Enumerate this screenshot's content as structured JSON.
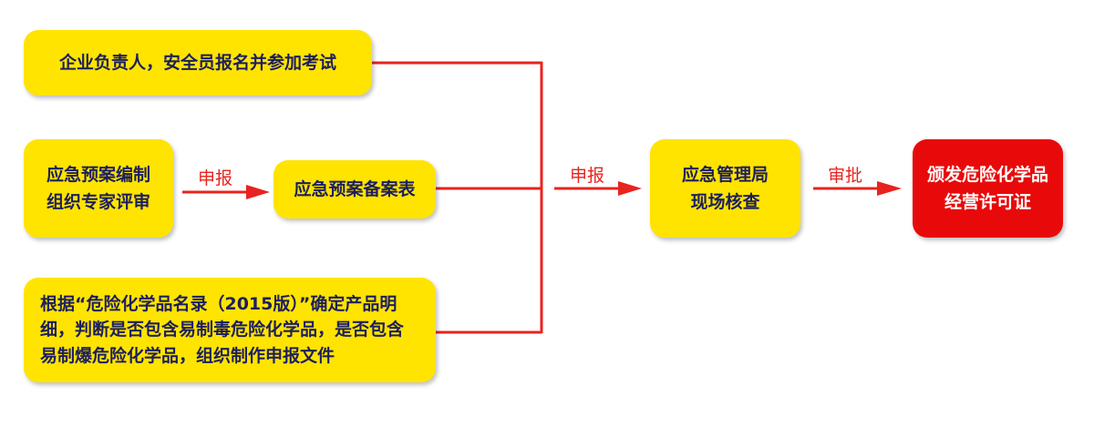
{
  "nodes": {
    "exam": "企业负责人，安全员报名并参加考试",
    "plan_line1": "应急预案编制",
    "plan_line2": "组织专家评审",
    "plan_record": "应急预案备案表",
    "catalog": "根据“危险化学品名录（2015版）”确定产品明细，判断是否包含易制毒危险化学品，是否包含易制爆危险化学品，组织制作申报文件",
    "inspect_line1": "应急管理局",
    "inspect_line2": "现场核查",
    "license_line1": "颁发危险化学品",
    "license_line2": "经营许可证"
  },
  "edges": {
    "report1": "申报",
    "report2": "申报",
    "approve": "审批"
  },
  "colors": {
    "box": "#FFE400",
    "final": "#E80A0A",
    "line": "#E8231F",
    "text": "#1c1f5e"
  }
}
